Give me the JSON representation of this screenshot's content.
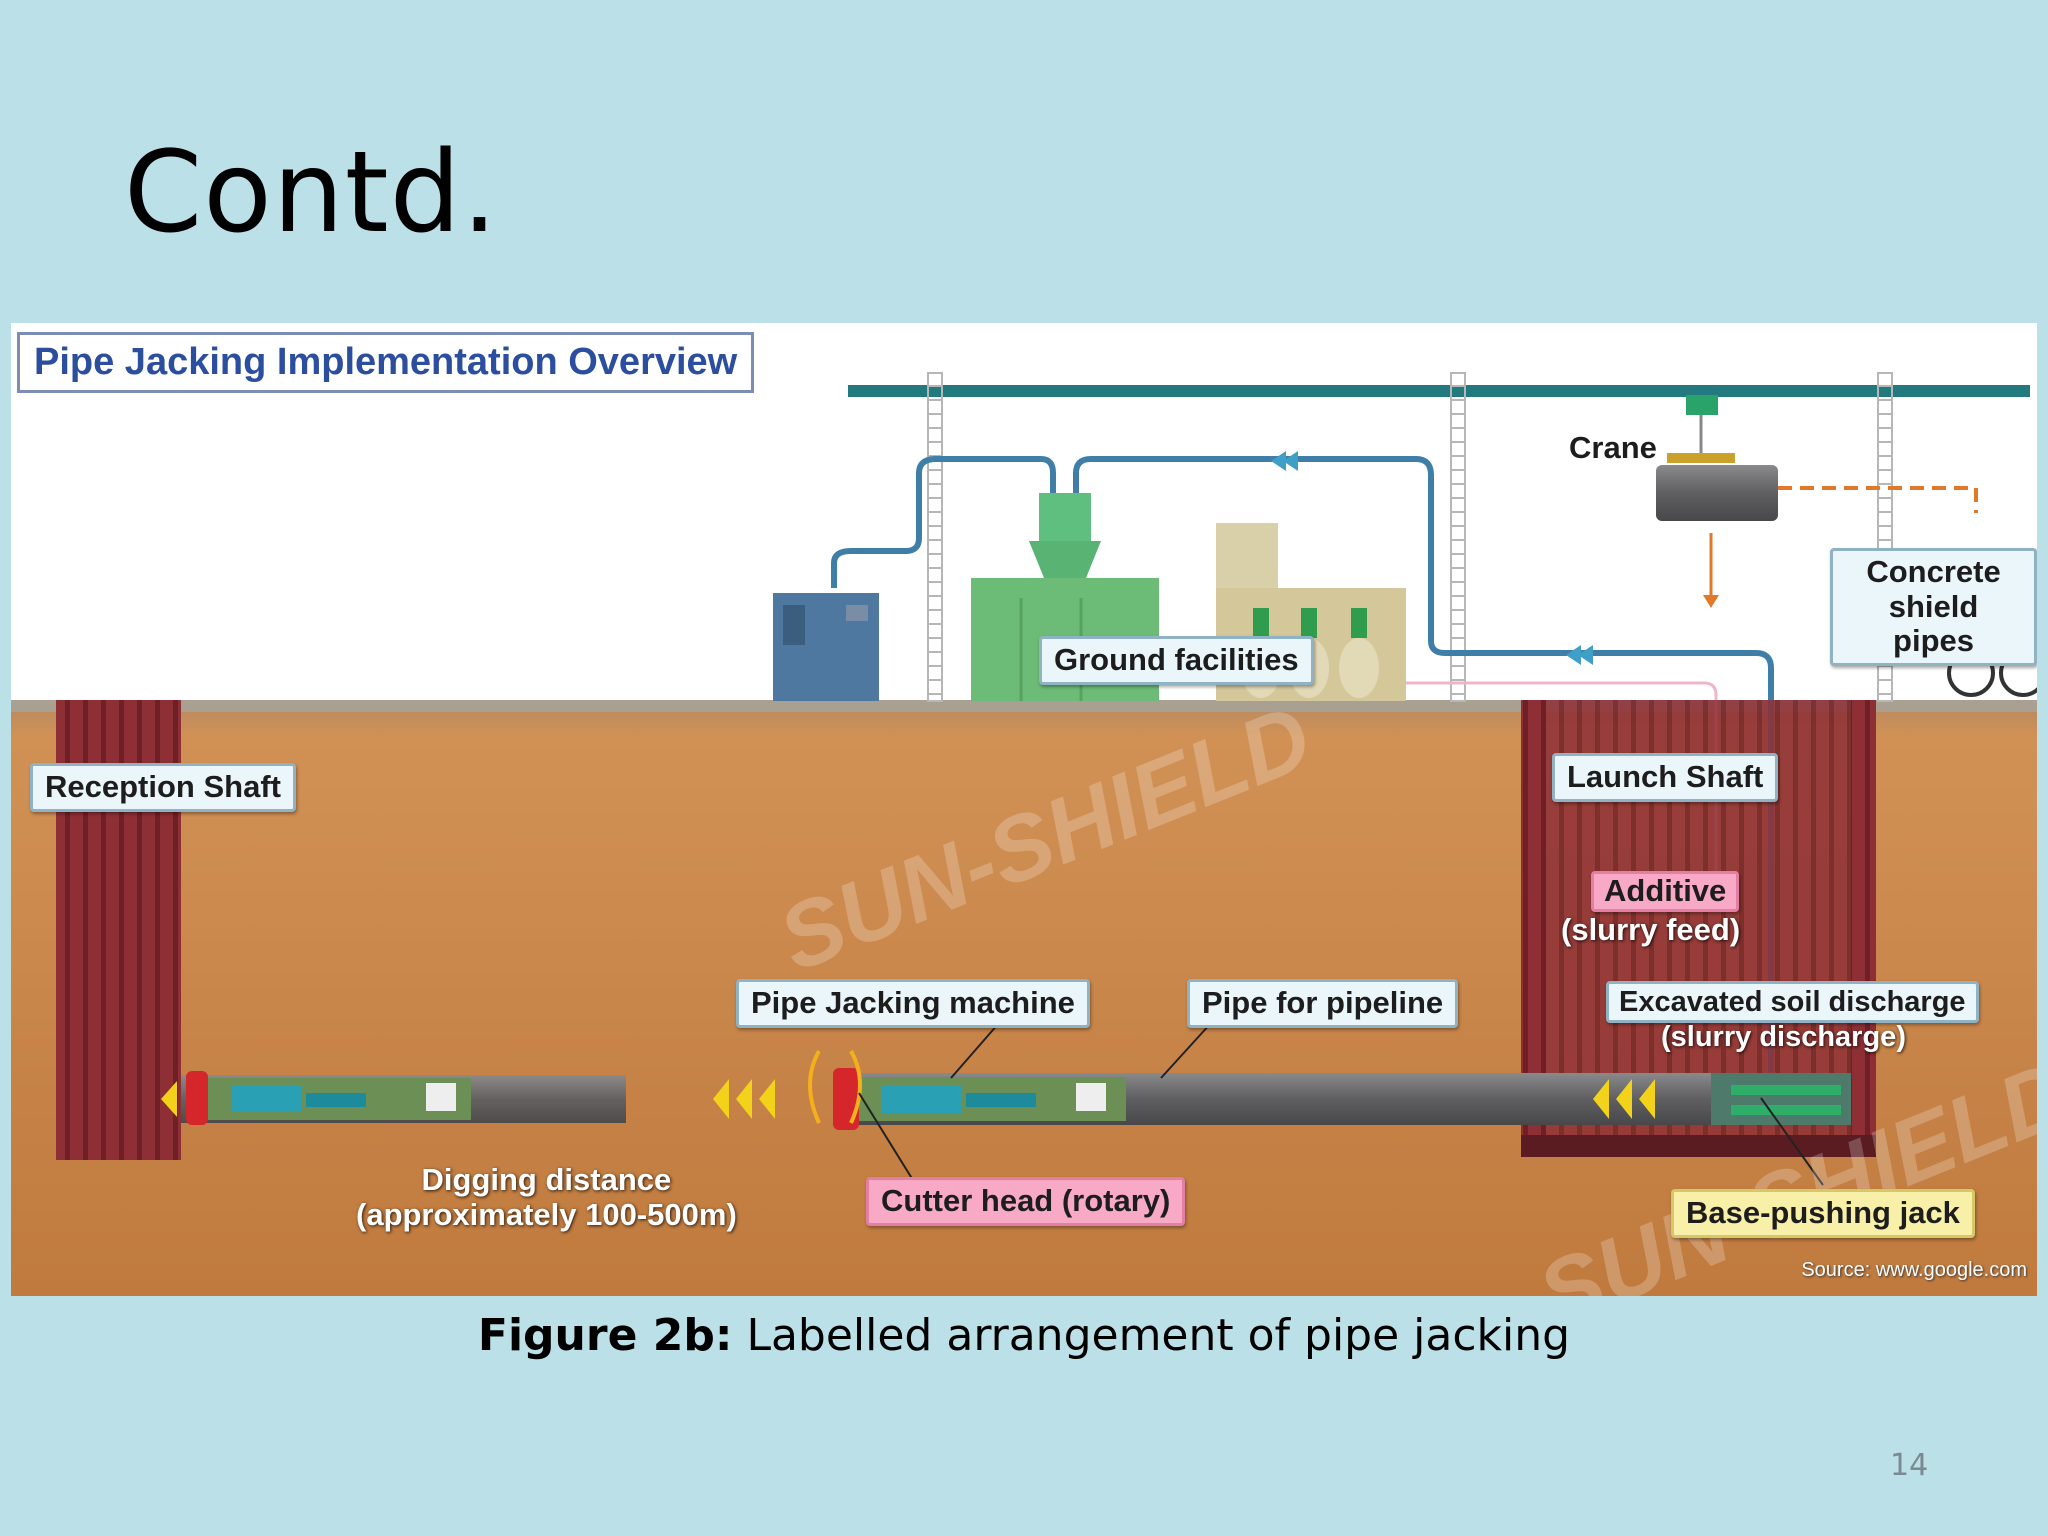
{
  "slide": {
    "title": "Contd.",
    "page_number": "14"
  },
  "figure": {
    "overview_title": "Pipe Jacking Implementation Overview",
    "watermark": "SUN-SHIELD",
    "source_note": "Source: www.google.com",
    "labels": {
      "crane": "Crane",
      "concrete_shield_pipes": "Concrete\nshield pipes",
      "ground_facilities": "Ground facilities",
      "reception_shaft": "Reception Shaft",
      "launch_shaft": "Launch Shaft",
      "additive": "Additive",
      "slurry_feed": "(slurry feed)",
      "pipe_jacking_machine": "Pipe Jacking machine",
      "pipe_for_pipeline": "Pipe for pipeline",
      "excavated_soil_discharge": "Excavated soil discharge",
      "slurry_discharge": "(slurry discharge)",
      "digging_distance": "Digging distance\n(approximately 100-500m)",
      "cutter_head": "Cutter head (rotary)",
      "base_pushing_jack": "Base-pushing jack"
    },
    "colors": {
      "soil": "#c98a4c",
      "shaft": "#8e2f35",
      "crane_rail": "#22797e",
      "pipe": "#6e6e70",
      "slurry_pipe": "#3f7fa7",
      "arrow_yellow": "#f2d21a",
      "cutter_red": "#d4262b"
    }
  },
  "caption": {
    "prefix": "Figure 2b:",
    "text": " Labelled arrangement of pipe jacking"
  }
}
